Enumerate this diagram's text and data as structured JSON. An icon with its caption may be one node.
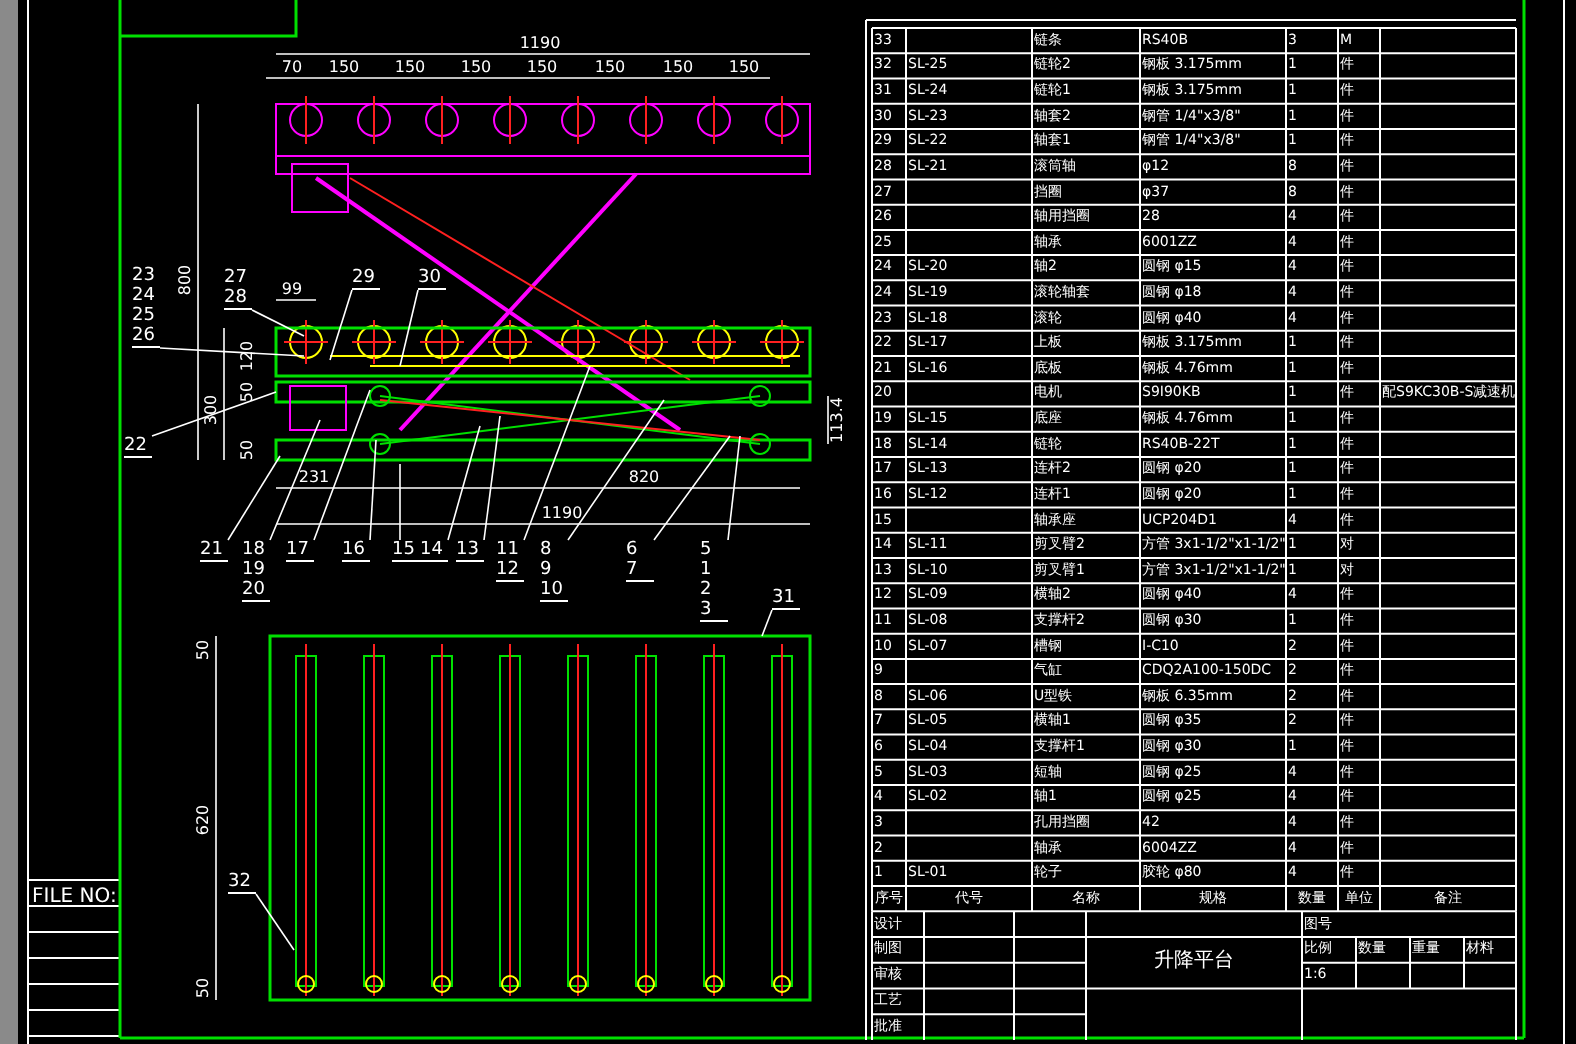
{
  "diagram": {
    "nodes": [
      {
        "text": [
          "23",
          "24",
          "25",
          "26"
        ]
      },
      {
        "text": [
          "27",
          "28"
        ]
      },
      {
        "text": [
          "29"
        ]
      },
      {
        "text": [
          "30"
        ]
      },
      {
        "text": [
          "22"
        ]
      },
      {
        "text": [
          "21"
        ]
      },
      {
        "text": [
          "18",
          "19",
          "20"
        ]
      },
      {
        "text": [
          "17"
        ]
      },
      {
        "text": [
          "16"
        ]
      },
      {
        "text": [
          "15"
        ]
      },
      {
        "text": [
          "14"
        ]
      },
      {
        "text": [
          "13"
        ]
      },
      {
        "text": [
          "11",
          "12"
        ]
      },
      {
        "text": [
          "8",
          "9",
          "10"
        ]
      },
      {
        "text": [
          "6",
          "7"
        ]
      },
      {
        "text": [
          "5",
          "1",
          "2",
          "3"
        ]
      },
      {
        "text": [
          "31"
        ]
      },
      {
        "text": [
          "32"
        ]
      },
      {
        "text": [],
        "shape": "picture"
      }
    ],
    "edges": [
      {
        "from": 0,
        "to": null,
        "arrow": "none"
      },
      {
        "from": 1,
        "to": null,
        "arrow": "none"
      },
      {
        "from": 2,
        "to": null,
        "arrow": "none"
      },
      {
        "from": 3,
        "to": null,
        "arrow": "none"
      },
      {
        "from": 4,
        "to": null,
        "arrow": "none"
      },
      {
        "from": 5,
        "to": null,
        "arrow": "none"
      },
      {
        "from": 6,
        "to": null,
        "arrow": "none"
      },
      {
        "from": 7,
        "to": null,
        "arrow": "none"
      },
      {
        "from": 8,
        "to": null,
        "arrow": "none"
      },
      {
        "from": 9,
        "to": null,
        "arrow": "none"
      },
      {
        "from": 10,
        "to": null,
        "arrow": "none"
      },
      {
        "from": 11,
        "to": null,
        "arrow": "none"
      },
      {
        "from": 12,
        "to": null,
        "arrow": "none"
      },
      {
        "from": 13,
        "to": null,
        "arrow": "none"
      },
      {
        "from": 14,
        "to": null,
        "arrow": "none"
      },
      {
        "from": 15,
        "to": null,
        "arrow": "none"
      },
      {
        "from": 16,
        "to": 18,
        "arrow": "none"
      },
      {
        "from": 17,
        "to": 18,
        "arrow": "none"
      }
    ],
    "labels": [
      "1190",
      "70",
      "150",
      "150",
      "150",
      "150",
      "150",
      "150",
      "150",
      "800",
      "99",
      "120",
      "300",
      "50",
      "50",
      "231",
      "820",
      "1190",
      "113.4",
      "50",
      "620",
      "50",
      "FILE NO:",
      "33",
      "链条",
      "RS40B",
      "3",
      "M",
      "32",
      "SL-25",
      "链轮2",
      "钢板 3.175mm",
      "1",
      "件",
      "31",
      "SL-24",
      "链轮1",
      "钢板 3.175mm",
      "1",
      "件",
      "30",
      "SL-23",
      "轴套2",
      "钢管 1/4\"x3/8\"",
      "1",
      "件",
      "29",
      "SL-22",
      "轴套1",
      "钢管 1/4\"x3/8\"",
      "1",
      "件",
      "28",
      "SL-21",
      "滚筒轴",
      "φ12",
      "8",
      "件",
      "27",
      "挡圈",
      "φ37",
      "8",
      "件",
      "26",
      "轴用挡圈",
      "28",
      "4",
      "件",
      "25",
      "轴承",
      "6001ZZ",
      "4",
      "件",
      "24",
      "SL-20",
      "轴2",
      "圆钢 φ15",
      "4",
      "件",
      "24",
      "SL-19",
      "滚轮轴套",
      "圆钢 φ18",
      "4",
      "件",
      "23",
      "SL-18",
      "滚轮",
      "圆钢 φ40",
      "4",
      "件",
      "22",
      "SL-17",
      "上板",
      "钢板 3.175mm",
      "1",
      "件",
      "21",
      "SL-16",
      "底板",
      "钢板 4.76mm",
      "1",
      "件",
      "20",
      "电机",
      "S9I90KB",
      "1",
      "件",
      "配S9KC30B-S减速机",
      "19",
      "SL-15",
      "底座",
      "钢板 4.76mm",
      "1",
      "件",
      "18",
      "SL-14",
      "链轮",
      "RS40B-22T",
      "1",
      "件",
      "17",
      "SL-13",
      "连杆2",
      "圆钢 φ20",
      "1",
      "件",
      "16",
      "SL-12",
      "连杆1",
      "圆钢 φ20",
      "1",
      "件",
      "15",
      "轴承座",
      "UCP204D1",
      "4",
      "件",
      "14",
      "SL-11",
      "剪叉臂2",
      "方管 3x1-1/2\"x1-1/2\"",
      "1",
      "对",
      "13",
      "SL-10",
      "剪叉臂1",
      "方管 3x1-1/2\"x1-1/2\"",
      "1",
      "对",
      "12",
      "SL-09",
      "横轴2",
      "圆钢 φ40",
      "4",
      "件",
      "11",
      "SL-08",
      "支撑杆2",
      "圆钢 φ30",
      "1",
      "件",
      "10",
      "SL-07",
      "槽钢",
      "I-C10",
      "2",
      "件",
      "9",
      "气缸",
      "CDQ2A100-150DC",
      "2",
      "件",
      "8",
      "SL-06",
      "U型铁",
      "钢板 6.35mm",
      "2",
      "件",
      "7",
      "SL-05",
      "横轴1",
      "圆钢 φ35",
      "2",
      "件",
      "6",
      "SL-04",
      "支撑杆1",
      "圆钢 φ30",
      "1",
      "件",
      "5",
      "SL-03",
      "短轴",
      "圆钢 φ25",
      "4",
      "件",
      "4",
      "SL-02",
      "轴1",
      "圆钢 φ25",
      "4",
      "件",
      "3",
      "孔用挡圈",
      "42",
      "4",
      "件",
      "2",
      "轴承",
      "6004ZZ",
      "4",
      "件",
      "1",
      "SL-01",
      "轮子",
      "胶轮 φ80",
      "4",
      "件",
      "序号",
      "代号",
      "名称",
      "规格",
      "数量",
      "单位",
      "备注",
      "设计",
      "制图",
      "审核",
      "工艺",
      "批准",
      "升降平台",
      "图号",
      "比例",
      "数量",
      "重量",
      "材料",
      "1:6"
    ]
  }
}
